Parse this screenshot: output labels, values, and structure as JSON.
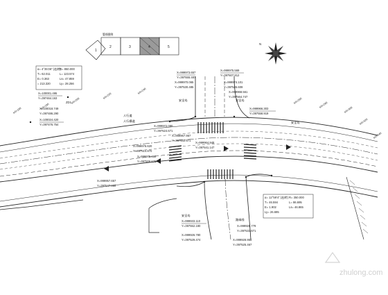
{
  "legend_cells": [
    "1",
    "2",
    "3",
    "4",
    "5"
  ],
  "legend_title": "管线图例",
  "curve_left": {
    "a": "α= 4°35'26\" (右转)",
    "r": "R= 850.000",
    "t": "T= 62.011",
    "l": "L= 123.574",
    "e": "E= 0.363",
    "ls": "Ls= 47.859",
    "jd": "= 213.320",
    "ly": "Ly= 28.256"
  },
  "coords_left": [
    {
      "x": "X=100001.495",
      "y": "Y=397464.163"
    },
    {
      "x": "X=100018.749",
      "y": "Y=397486.290"
    },
    {
      "x": "X=100024.420",
      "y": "Y=397476.754"
    }
  ],
  "coords_top": [
    {
      "x": "X=999973.657",
      "y": "Y=397555.487"
    },
    {
      "x": "X=999970.065",
      "y": "Y=397530.485"
    },
    {
      "x": "X=999975.569",
      "y": "Y=397507.812"
    },
    {
      "x": "X=999974.101",
      "y": "Y=397545.609"
    },
    {
      "x": "X=999968.561",
      "y": "Y=397564.747"
    },
    {
      "x": "X=999966.303",
      "y": "Y=397558.919"
    }
  ],
  "coords_mid": [
    {
      "x": "X=999972.080",
      "y": "Y=397524.671"
    },
    {
      "x": "X=999967.967",
      "y": "Y=397532.571"
    },
    {
      "x": "X=999964.948",
      "y": "Y=397541.147"
    },
    {
      "x": "X=999976.620",
      "y": "Y=397514.870"
    },
    {
      "x": "X=999975.460",
      "y": "Y=397506.676"
    },
    {
      "x": "X=999957.657",
      "y": "Y=397547.066"
    }
  ],
  "coords_bottom": [
    {
      "x": "X=999933.110",
      "y": "Y=397552.180"
    },
    {
      "x": "X=999926.780",
      "y": "Y=397529.474"
    },
    {
      "x": "X=999926.779",
      "y": "Y=397533.671"
    },
    {
      "x": "X=999928.955",
      "y": "Y=397525.467"
    }
  ],
  "curve_right": {
    "a": "α= 12°59'4\" (右转)",
    "r": "R= 350.000",
    "t": "T= 46.594",
    "l": "L= 86.695",
    "e": "E= 1.902",
    "ls": "Ls= 46.865",
    "ly": "Ly= 26.695"
  },
  "labels": {
    "zd": "ZD1",
    "island_l": "人行道",
    "island_r": "安全岛",
    "ped_l": "人行横道",
    "ped_r": "安全岛",
    "bottom_label": "安全岛",
    "bottom_label2": "路缘线",
    "north": "N"
  },
  "stations": [
    "K0+160",
    "K0+180",
    "K0+200",
    "K0+220",
    "K0+240",
    "K0+260",
    "K0+280",
    "K0+300",
    "K0+320",
    "K0+340"
  ],
  "watermark": "zhulong.com"
}
